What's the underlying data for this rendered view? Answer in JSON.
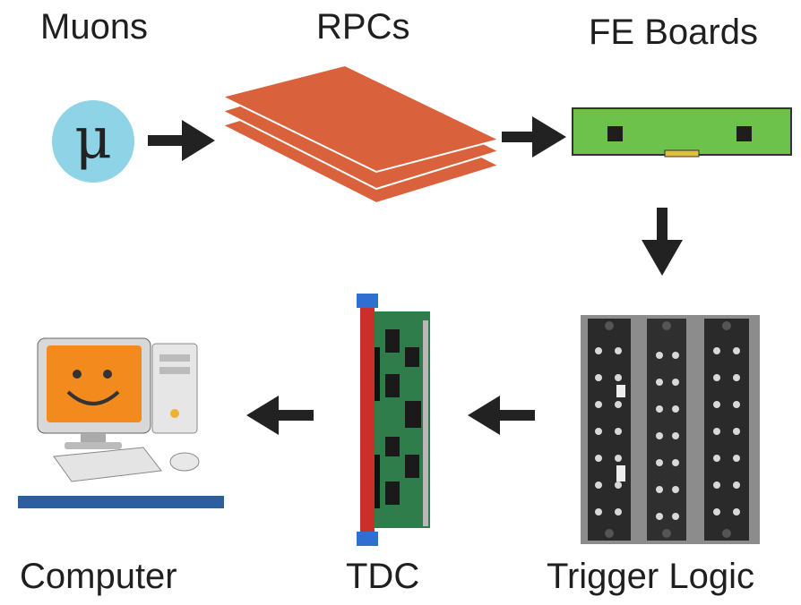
{
  "diagram": {
    "title": "",
    "stages": {
      "muons": {
        "label": "Muons",
        "symbol": "μ"
      },
      "rpcs": {
        "label": "RPCs"
      },
      "fe_boards": {
        "label": "FE Boards"
      },
      "trigger_logic": {
        "label": "Trigger Logic"
      },
      "tdc": {
        "label": "TDC"
      },
      "computer": {
        "label": "Computer"
      }
    },
    "flow": [
      "Muons -> RPCs",
      "RPCs -> FE Boards",
      "FE Boards -> Trigger Logic",
      "Trigger Logic -> TDC",
      "TDC -> Computer"
    ],
    "colors": {
      "muon_circle": "#8fd3e6",
      "rpc_plate": "#d9623d",
      "fe_board": "#6cc24a",
      "arrow": "#222222"
    }
  }
}
